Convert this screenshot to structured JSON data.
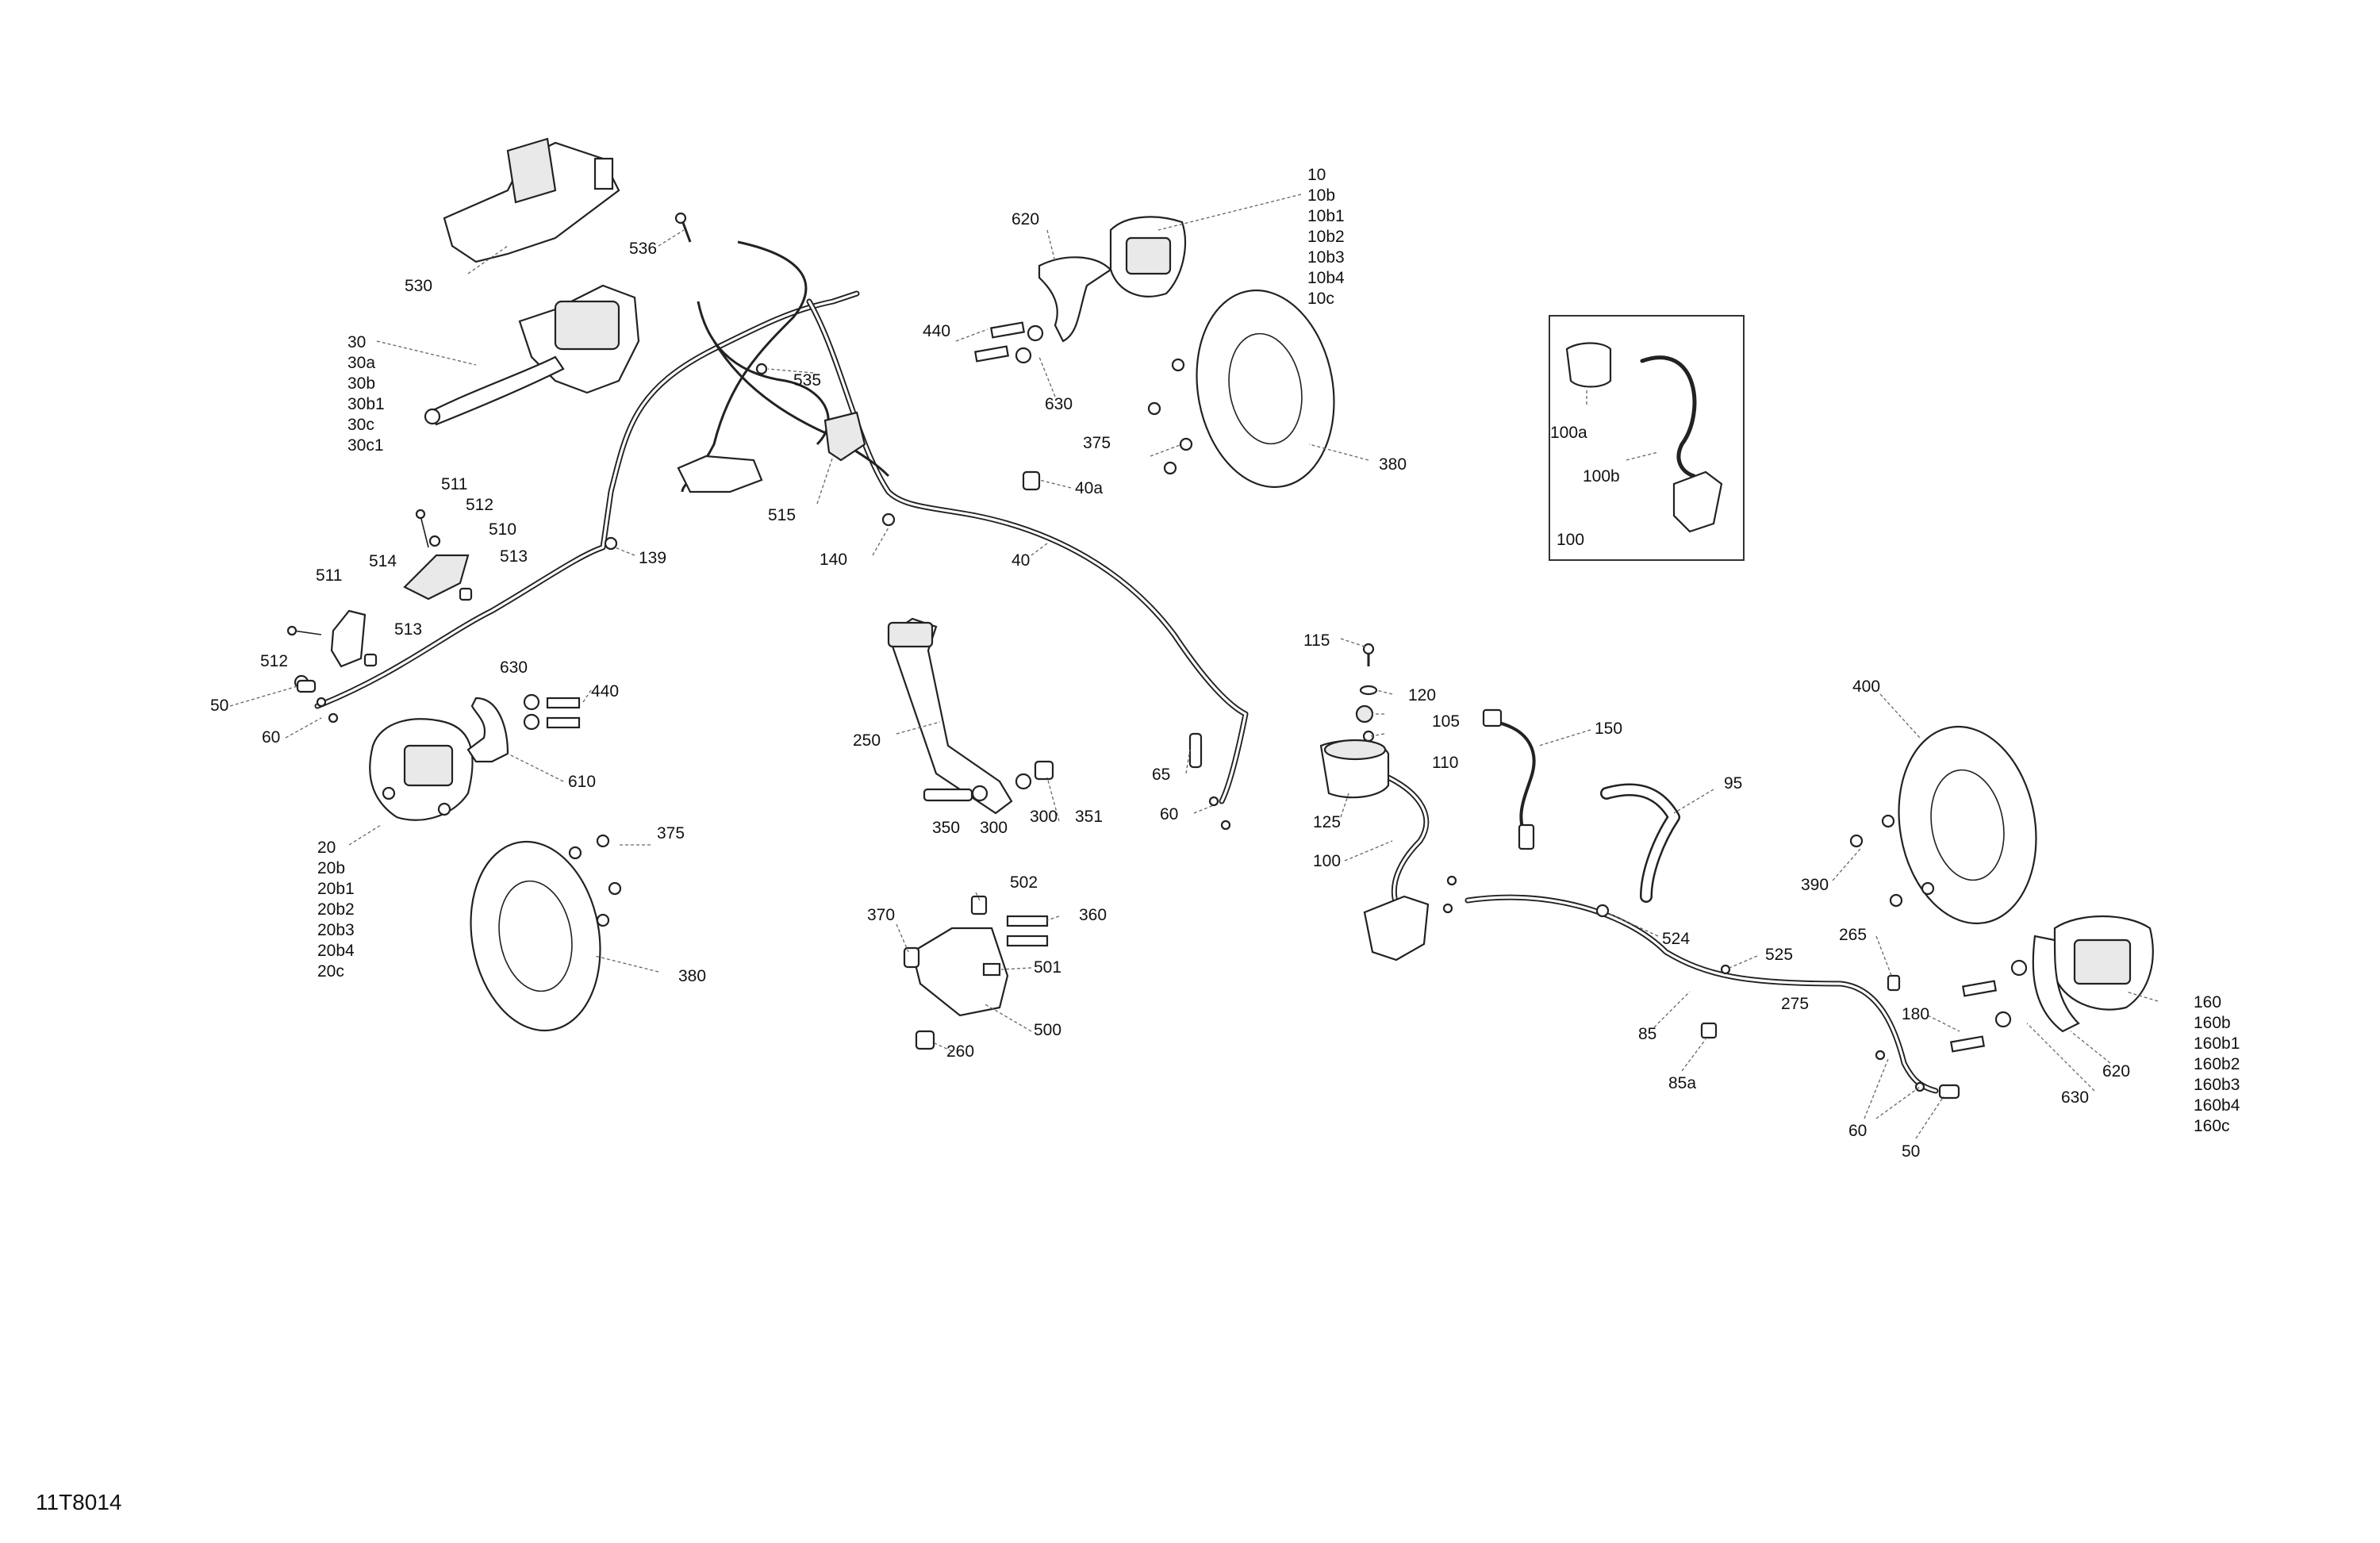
{
  "diagram_code": "11T8014",
  "callouts": {
    "c10": "10",
    "c10b": "10b",
    "c10b1": "10b1",
    "c10b2": "10b2",
    "c10b3": "10b3",
    "c10b4": "10b4",
    "c10c": "10c",
    "c20": "20",
    "c20b": "20b",
    "c20b1": "20b1",
    "c20b2": "20b2",
    "c20b3": "20b3",
    "c20b4": "20b4",
    "c20c": "20c",
    "c30": "30",
    "c30a": "30a",
    "c30b": "30b",
    "c30b1": "30b1",
    "c30c": "30c",
    "c30c1": "30c1",
    "c40": "40",
    "c40a": "40a",
    "c50": "50",
    "c60": "60",
    "c65": "65",
    "c85": "85",
    "c85a": "85a",
    "c95": "95",
    "c100": "100",
    "c100a": "100a",
    "c100b": "100b",
    "c105": "105",
    "c110": "110",
    "c115": "115",
    "c120": "120",
    "c125": "125",
    "c139": "139",
    "c140": "140",
    "c150": "150",
    "c160": "160",
    "c160b": "160b",
    "c160b1": "160b1",
    "c160b2": "160b2",
    "c160b3": "160b3",
    "c160b4": "160b4",
    "c160c": "160c",
    "c180": "180",
    "c250": "250",
    "c260": "260",
    "c265": "265",
    "c275": "275",
    "c300": "300",
    "c350": "350",
    "c351": "351",
    "c360": "360",
    "c370": "370",
    "c375": "375",
    "c380": "380",
    "c390": "390",
    "c400": "400",
    "c440": "440",
    "c500": "500",
    "c501": "501",
    "c502": "502",
    "c510": "510",
    "c511": "511",
    "c512": "512",
    "c513": "513",
    "c514": "514",
    "c515": "515",
    "c524": "524",
    "c525": "525",
    "c530": "530",
    "c535": "535",
    "c536": "536",
    "c610": "610",
    "c620": "620",
    "c630": "630"
  }
}
